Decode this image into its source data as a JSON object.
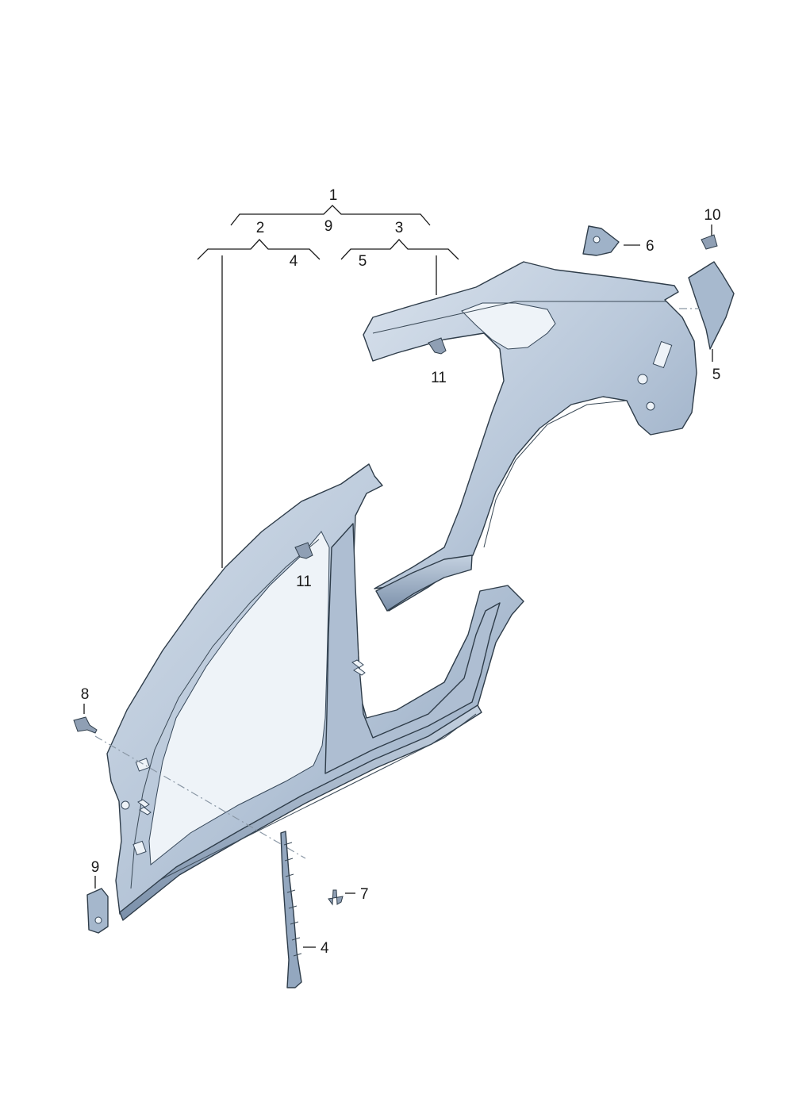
{
  "callouts": {
    "c1": "1",
    "c2": "2",
    "c3": "3",
    "c4_top": "4",
    "c5_top": "5",
    "c9_top": "9",
    "c6": "6",
    "c10": "10",
    "c5_right": "5",
    "c11_upper": "11",
    "c11_lower": "11",
    "c8": "8",
    "c9_bottom": "9",
    "c7": "7",
    "c4_bottom": "4"
  },
  "colors": {
    "panel_light": "#c6d3e2",
    "panel_mid": "#a9bbd0",
    "panel_dark": "#7e93ad",
    "panel_inner": "#dbe4ee",
    "line": "#1a1a1a"
  }
}
